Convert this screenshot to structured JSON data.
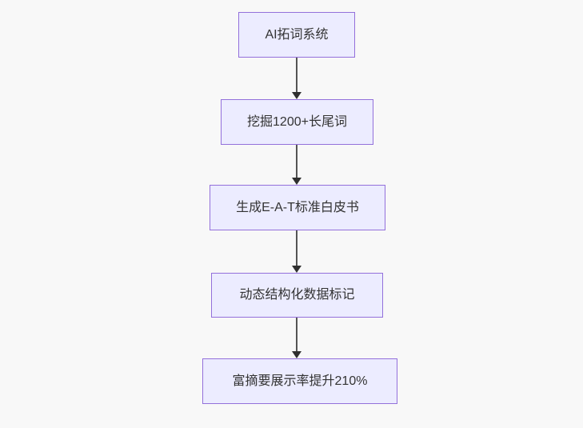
{
  "diagram": {
    "type": "flowchart",
    "direction": "top-down",
    "nodes": [
      {
        "id": "A",
        "label": "AI拓词系统"
      },
      {
        "id": "B",
        "label": "挖掘1200+长尾词"
      },
      {
        "id": "C",
        "label": "生成E-A-T标准白皮书"
      },
      {
        "id": "D",
        "label": "动态结构化数据标记"
      },
      {
        "id": "E",
        "label": "富摘要展示率提升210%"
      }
    ],
    "edges": [
      {
        "from": "A",
        "to": "B"
      },
      {
        "from": "B",
        "to": "C"
      },
      {
        "from": "C",
        "to": "D"
      },
      {
        "from": "D",
        "to": "E"
      }
    ],
    "colors": {
      "node_fill": "#ececff",
      "node_border": "#9370db",
      "edge_line": "#555555",
      "arrowhead": "#2f2f2f",
      "text": "#333333",
      "background": "#f8f8f8"
    }
  }
}
